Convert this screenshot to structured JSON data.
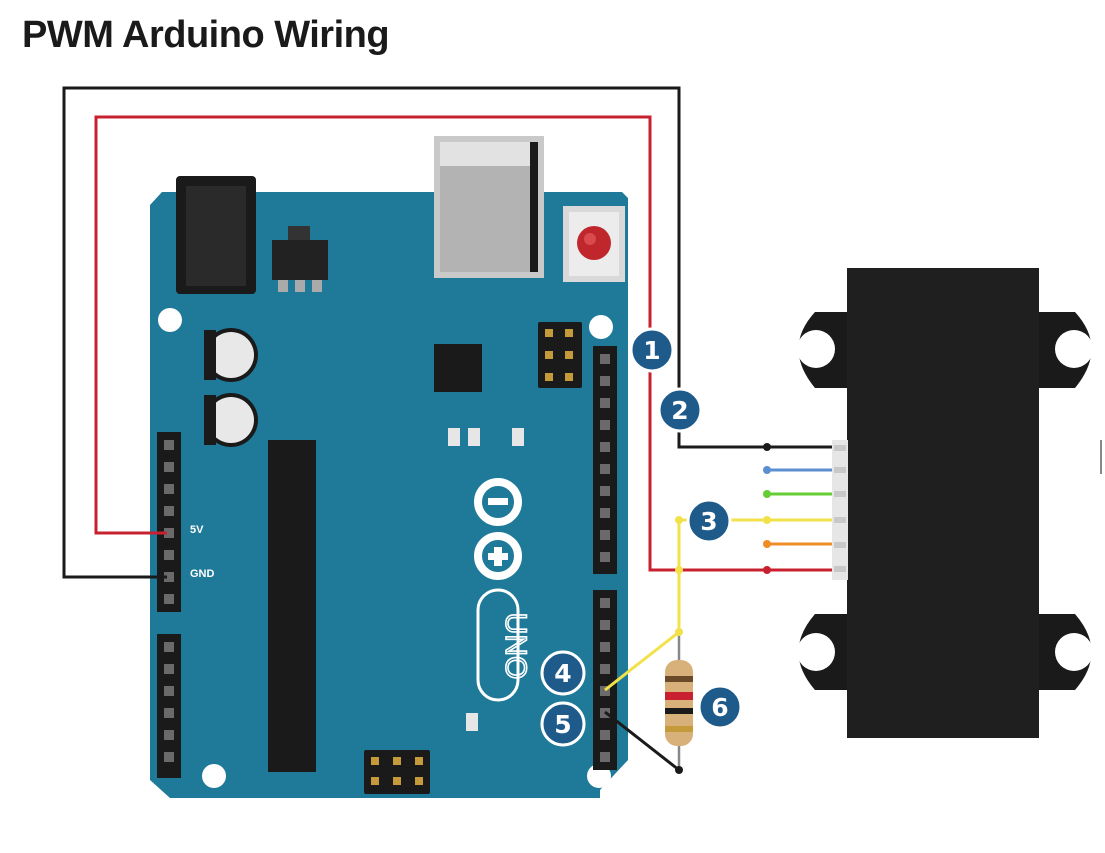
{
  "title": "PWM Arduino Wiring",
  "arduino": {
    "pin_5v": "5V",
    "pin_gnd": "GND",
    "board_model": "UNO"
  },
  "callouts": [
    "1",
    "2",
    "3",
    "4",
    "5",
    "6"
  ],
  "colors": {
    "board": "#1f7a99",
    "wire_black": "#1a1a1a",
    "wire_red": "#c8202f",
    "wire_yellow": "#f2e24a",
    "wire_blue": "#5b8fd0",
    "wire_green": "#66cc33",
    "wire_orange": "#f08c25",
    "sensor": "#1f1f1f",
    "callout": "#1e5b8a"
  }
}
